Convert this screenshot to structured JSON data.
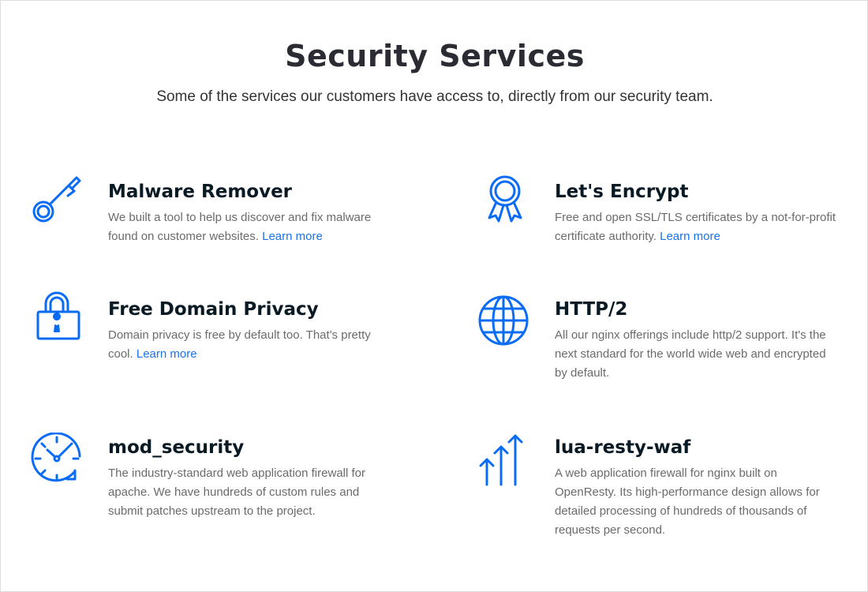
{
  "header": {
    "title": "Security Services",
    "subtitle": "Some of the services our customers have access to, directly from our security team."
  },
  "services": [
    {
      "title": "Malware Remover",
      "desc": "We built a tool to help us discover and fix malware found on customer websites.",
      "link": "Learn more",
      "icon": "key-icon"
    },
    {
      "title": "Let's Encrypt",
      "desc": "Free and open SSL/TLS certificates by a not-for-profit certificate authority.",
      "link": "Learn more",
      "icon": "award-ribbon-icon"
    },
    {
      "title": "Free Domain Privacy",
      "desc": "Domain privacy is free by default too. That's pretty cool.",
      "link": "Learn more",
      "icon": "padlock-icon"
    },
    {
      "title": "HTTP/2",
      "desc": "All our nginx offerings include http/2 support. It's the next standard for the world wide web and encrypted by default.",
      "icon": "globe-icon"
    },
    {
      "title": "mod_security",
      "desc": "The industry-standard web application firewall for apache. We have hundreds of custom rules and submit patches upstream to the project.",
      "icon": "clock-refresh-icon"
    },
    {
      "title": "lua-resty-waf",
      "desc": "A web application firewall for nginx built on OpenResty. Its high-performance design allows for detailed processing of hundreds of thousands of requests per second.",
      "icon": "arrows-up-icon"
    }
  ],
  "colors": {
    "accent": "#0a6cf5",
    "link": "#1a73e8"
  }
}
